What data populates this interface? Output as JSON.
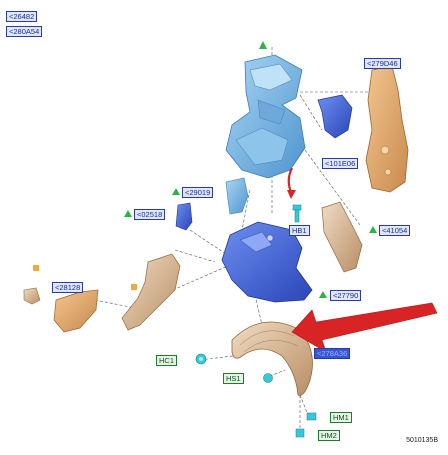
{
  "legend": [
    {
      "marker": "square",
      "color": "#f2a93b",
      "code": "<26482"
    },
    {
      "marker": "triangle",
      "color": "#2db34a",
      "code": "<280A54"
    }
  ],
  "labels": {
    "top_right": "<279D46",
    "mid_right": "<101E06",
    "mid_left": "<29019",
    "left_small": "<02518",
    "hb1": "HB1",
    "right_bracket": "<41054",
    "blue_lower": "<27790",
    "far_left": "<28128",
    "liner": "<278A36",
    "hc1": "HC1",
    "hs1": "HS1",
    "hm1": "HM1",
    "hm2": "HM2"
  },
  "reference": "5010135B",
  "colors": {
    "light_blue": "#7fb9e3",
    "dark_blue": "#3b63d6",
    "tan": "#e3a867",
    "tan_dark": "#c8874a",
    "callout_red": "#d82424",
    "clip_cyan": "#38c9d8"
  }
}
